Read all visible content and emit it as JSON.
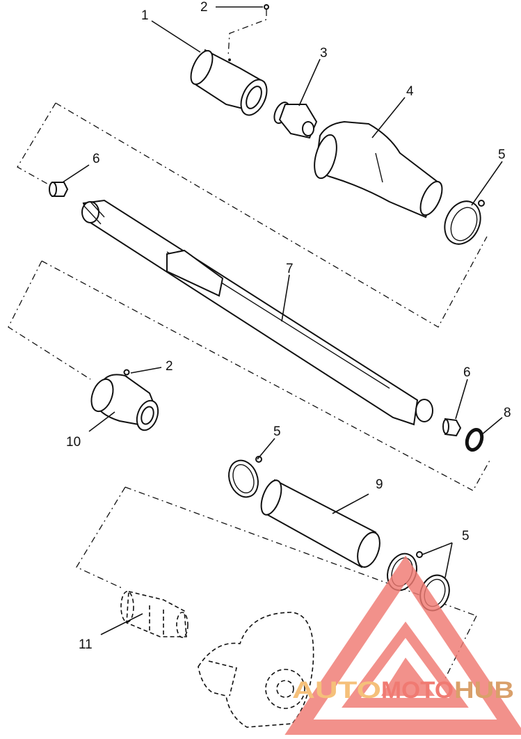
{
  "callouts": [
    {
      "id": "c1",
      "text": "1"
    },
    {
      "id": "c2a",
      "text": "2"
    },
    {
      "id": "c3",
      "text": "3"
    },
    {
      "id": "c4",
      "text": "4"
    },
    {
      "id": "c5a",
      "text": "5"
    },
    {
      "id": "c6a",
      "text": "6"
    },
    {
      "id": "c7",
      "text": "7"
    },
    {
      "id": "c2b",
      "text": "2"
    },
    {
      "id": "c6b",
      "text": "6"
    },
    {
      "id": "c8",
      "text": "8"
    },
    {
      "id": "c10",
      "text": "10"
    },
    {
      "id": "c5b",
      "text": "5"
    },
    {
      "id": "c9",
      "text": "9"
    },
    {
      "id": "c5c",
      "text": "5"
    },
    {
      "id": "c11",
      "text": "11"
    }
  ],
  "watermark": {
    "part1": "AUTO",
    "part2": "MOTO",
    "part3": "HUB",
    "color_primary": "#f07a72",
    "color_secondary": "#f5c07a",
    "color_tertiary": "#d9a06a"
  }
}
